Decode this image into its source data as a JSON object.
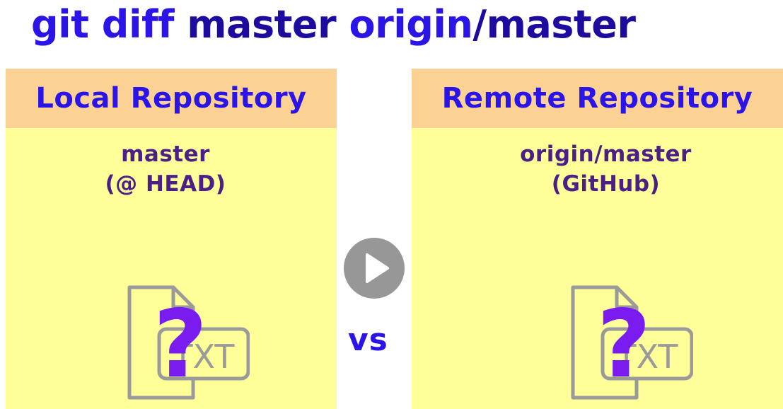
{
  "title": {
    "word1": "git",
    "word2": "diff",
    "word3": "master",
    "word4": "origin",
    "word5": "/master"
  },
  "local": {
    "header": "Local Repository",
    "branch_line1": "master",
    "branch_line2": "(@ HEAD)",
    "file_label": "TXT",
    "unknown_mark": "?"
  },
  "remote": {
    "header": "Remote Repository",
    "branch_line1": "origin/master",
    "branch_line2": "(GitHub)",
    "file_label": "TXT",
    "unknown_mark": "?"
  },
  "vs_label": "vs",
  "icons": {
    "play": "play-icon",
    "file": "txt-file-icon"
  },
  "colors": {
    "accent_blue": "#2a14e8",
    "dark_blue": "#1c0b9e",
    "branch_purple": "#4b1f86",
    "header_orange": "#fbd294",
    "panel_yellow": "#ffff99",
    "question_purple": "#7a1cf0"
  }
}
